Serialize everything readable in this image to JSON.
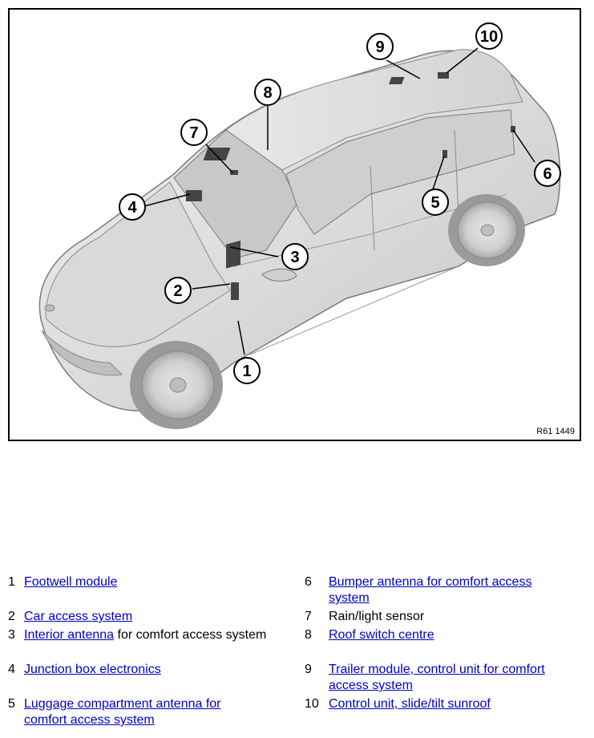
{
  "figure": {
    "reference": "R61 1449",
    "callouts": [
      "1",
      "2",
      "3",
      "4",
      "5",
      "6",
      "7",
      "8",
      "9",
      "10"
    ]
  },
  "legend": [
    {
      "num": "1",
      "link": "Footwell module",
      "rest": ""
    },
    {
      "num": "2",
      "link": "Car access system",
      "rest": ""
    },
    {
      "num": "3",
      "link": "Interior antenna",
      "rest": " for comfort access system"
    },
    {
      "num": "4",
      "link": "Junction box electronics",
      "rest": ""
    },
    {
      "num": "5",
      "link": "Luggage compartment antenna for comfort access system",
      "rest": ""
    },
    {
      "num": "6",
      "link": "Bumper antenna for comfort access system",
      "rest": ""
    },
    {
      "num": "7",
      "link": "",
      "rest": "Rain/light sensor"
    },
    {
      "num": "8",
      "link": "Roof switch centre",
      "rest": ""
    },
    {
      "num": "9",
      "link": "Trailer module, control unit for comfort access system",
      "rest": ""
    },
    {
      "num": "10",
      "link": "Control unit, slide/tilt sunroof",
      "rest": ""
    }
  ]
}
